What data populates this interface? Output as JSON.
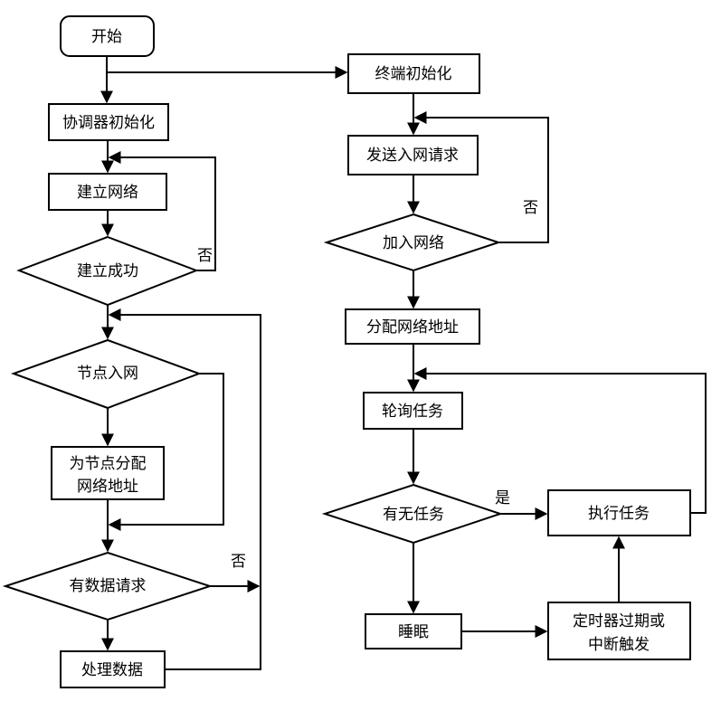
{
  "nodes": {
    "start": "开始",
    "coord_init": "协调器初始化",
    "build_net": "建立网络",
    "build_ok": "建立成功",
    "node_join": "节点入网",
    "assign_addr_l1": "为节点分配",
    "assign_addr_l2": "网络地址",
    "data_req": "有数据请求",
    "process_data": "处理数据",
    "term_init": "终端初始化",
    "send_join": "发送入网请求",
    "join_net": "加入网络",
    "alloc_addr": "分配网络地址",
    "poll_task": "轮询任务",
    "has_task": "有无任务",
    "exec_task": "执行任务",
    "sleep": "睡眠",
    "timer_l1": "定时器过期或",
    "timer_l2": "中断触发"
  },
  "edge_labels": {
    "build_ok_no": "否",
    "data_req_no": "否",
    "join_net_no": "否",
    "has_task_yes": "是"
  }
}
